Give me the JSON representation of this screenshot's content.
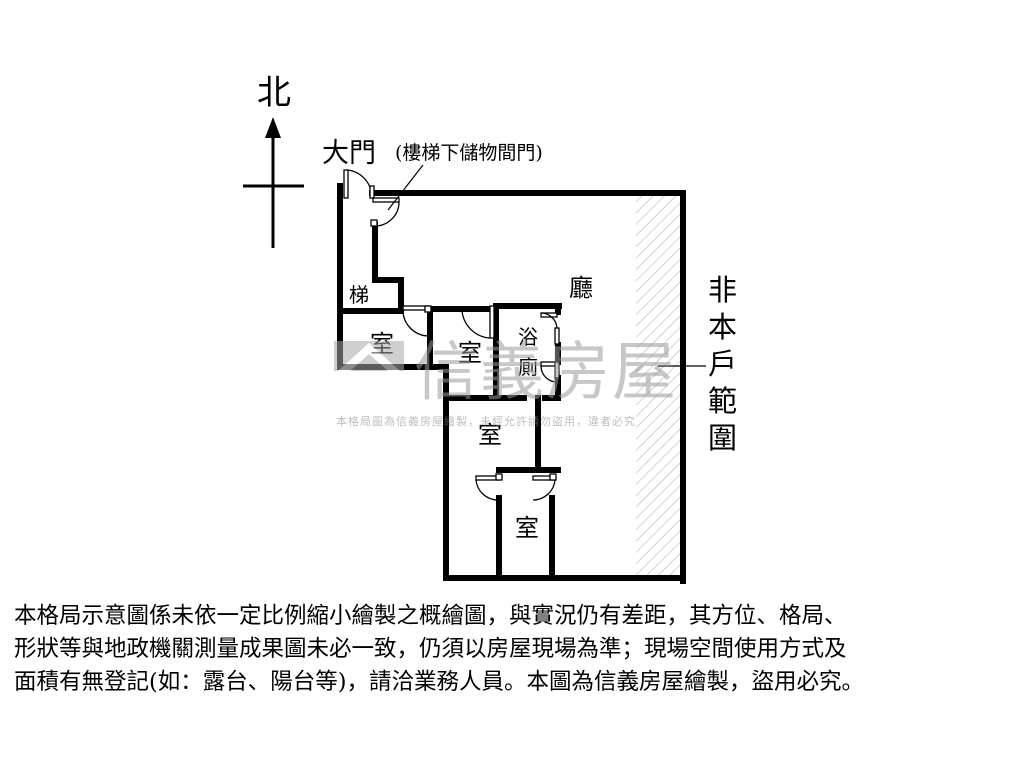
{
  "compass": {
    "north": "北"
  },
  "labels": {
    "main_door": "大門",
    "storage_door": "(樓梯下儲物間門)",
    "stairs": "梯",
    "living_room": "廳",
    "room_1": "室",
    "room_2": "室",
    "bath_1": "浴",
    "bath_2": "廁",
    "room_3": "室",
    "room_4": "室",
    "outside_scope": [
      "非",
      "本",
      "戶",
      "範",
      "圍"
    ]
  },
  "watermark": {
    "brand": "信義房屋",
    "notice": "本格局圖為信義房屋繪製，未經允許請勿盜用，違者必究"
  },
  "disclaimer": [
    "本格局示意圖係未依一定比例縮小繪製之概繪圖，與實況仍有差距，其方位、格局、",
    "形狀等與地政機關測量成果圖未必一致，仍須以房屋現場為準；現場空間使用方式及",
    "面積有無登記(如：露台、陽台等)，請洽業務人員。本圖為信義房屋繪製，盜用必究。"
  ],
  "colors": {
    "wall": "#000000",
    "hatch": "#aaaaaa",
    "watermark": "#b0b0b0"
  }
}
